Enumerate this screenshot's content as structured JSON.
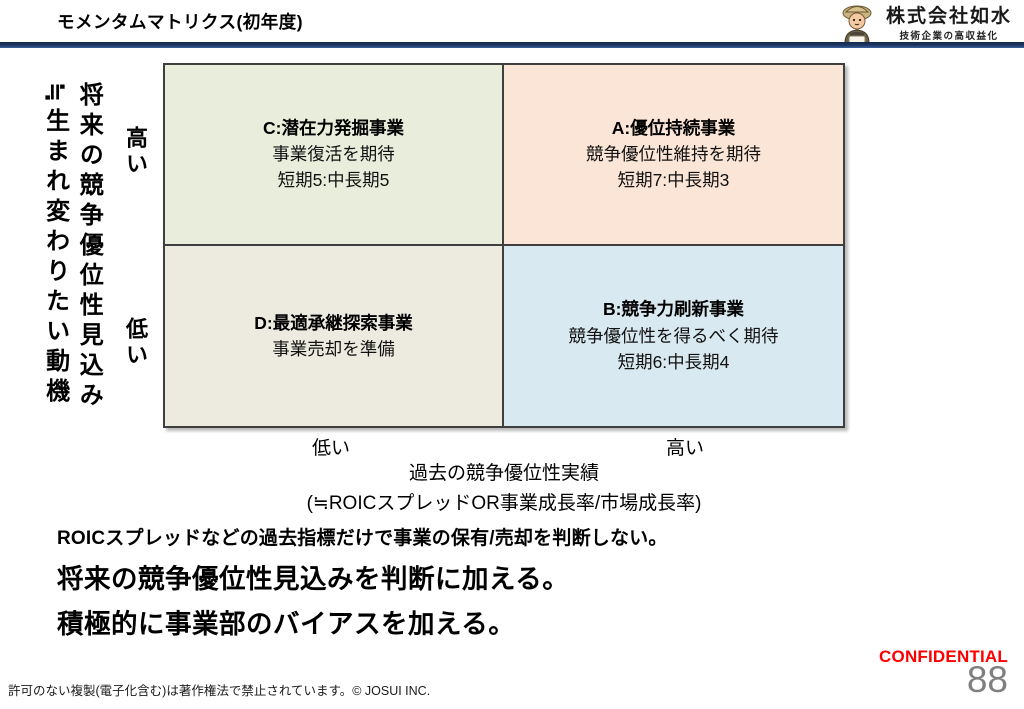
{
  "header": {
    "title": "モメンタムマトリクス(初年度)",
    "logo": {
      "company": "株式会社如水",
      "tagline": "技術企業の高収益化"
    }
  },
  "matrix": {
    "quadrants": {
      "c": {
        "title": "C:潜在力発掘事業",
        "desc": "事業復活を期待",
        "ratio": "短期5:中長期5"
      },
      "a": {
        "title": "A:優位持続事業",
        "desc": "競争優位性維持を期待",
        "ratio": "短期7:中長期3"
      },
      "d": {
        "title": "D:最適承継探索事業",
        "desc": "事業売却を準備"
      },
      "b": {
        "title": "B:競争力刷新事業",
        "desc": "競争優位性を得るべく期待",
        "ratio": "短期6:中長期4"
      }
    },
    "y_axis": {
      "label_primary": "将来の競争優位性見込み",
      "label_secondary": "≒生まれ変わりたい動機",
      "high": "高い",
      "low": "低い"
    },
    "x_axis": {
      "low": "低い",
      "high": "高い",
      "title": "過去の競争優位性実績",
      "subtitle": "(≒ROICスプレッドOR事業成長率/市場成長率)"
    }
  },
  "notes": {
    "line1": "ROICスプレッドなどの過去指標だけで事業の保有/売却を判断しない。",
    "line2": "将来の競争優位性見込みを判断に加える。",
    "line3": "積極的に事業部のバイアスを加える。"
  },
  "footer": {
    "confidential": "CONFIDENTIAL",
    "copyright": "許可のない複製(電子化含む)は著作権法で禁止されています。© JOSUI INC.",
    "page": "88"
  },
  "colors": {
    "accent_bar": "#1f3864",
    "quadrant_c_bg": "#e9eedc",
    "quadrant_a_bg": "#fbe5d6",
    "quadrant_d_bg": "#edebe0",
    "quadrant_b_bg": "#d9e9f1",
    "matrix_border": "#3f3f3f",
    "confidential_red": "#ff0000",
    "page_number_gray": "#7f7f7f"
  }
}
